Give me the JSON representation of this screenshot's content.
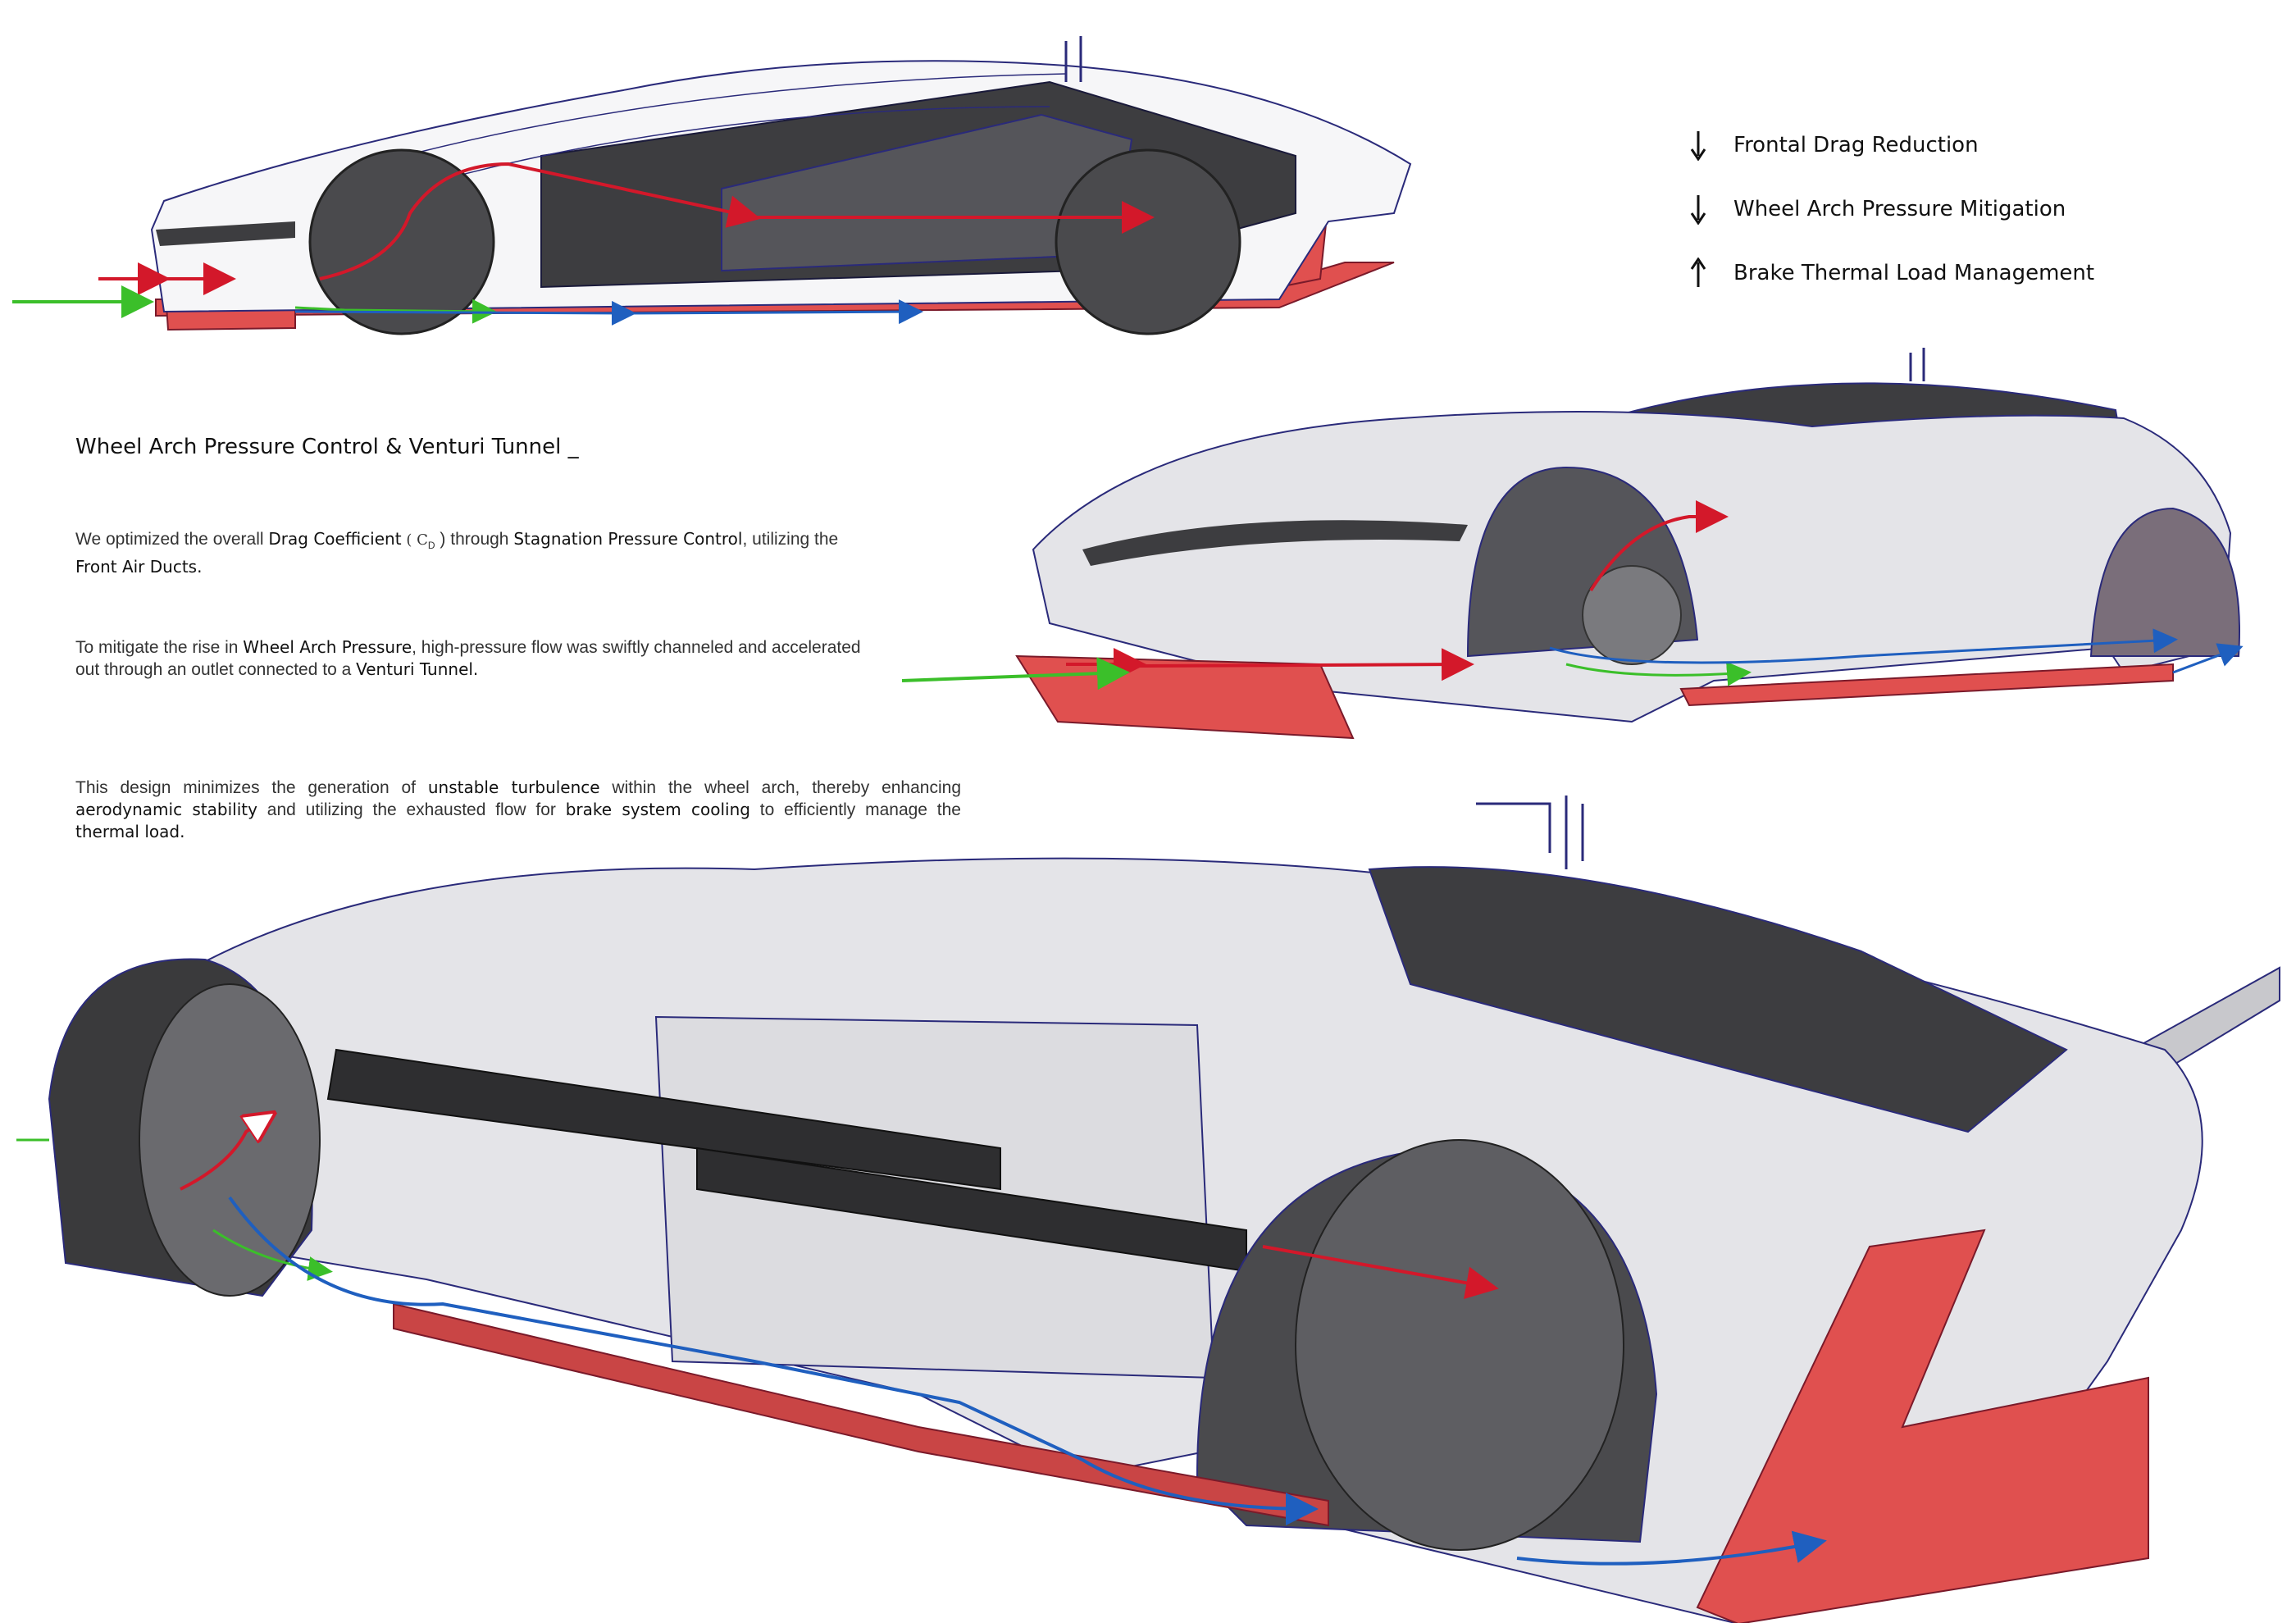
{
  "legend": [
    {
      "label": "Frontal Drag Reduction",
      "icon": "arrow-down-icon"
    },
    {
      "label": "Wheel Arch Pressure Mitigation",
      "icon": "arrow-down-icon"
    },
    {
      "label": "Brake Thermal Load Management",
      "icon": "arrow-up-icon"
    }
  ],
  "heading": "Wheel Arch Pressure Control & Venturi Tunnel _",
  "paragraph1": {
    "t1": "We optimized the overall ",
    "b1": "Drag Coefficient",
    "cd": "( C",
    "cd_sub": "D",
    "cd_close": " )",
    "t2": " through ",
    "b2": "Stagnation Pressure Control",
    "t3": ", utilizing the ",
    "b3": "Front Air Ducts.",
    "t4": ""
  },
  "paragraph2": {
    "t1": "To mitigate the rise in ",
    "b1": "Wheel Arch Pressure",
    "t2": ", high-pressure flow was swiftly channeled and accelerated out through an outlet connected to a ",
    "b2": "Venturi Tunnel."
  },
  "paragraph3": {
    "t1": "This design minimizes the generation of ",
    "b1": "unstable turbulence",
    "t2": " within the wheel arch, thereby enhancing ",
    "b2": "aerodynamic stability",
    "t3": " and utilizing the exhausted flow for ",
    "b3": "brake system cooling",
    "t4": " to efficiently manage the ",
    "b4": "thermal load."
  },
  "colors": {
    "drag_flow": "#d3182a",
    "arch_flow": "#1f5fbf",
    "inlet_flow": "#3bbf2a",
    "body_dark": "#3d3d40",
    "body_light": "#e4e4e8",
    "splitter": "#e0504f",
    "wire": "#2a2a7a"
  }
}
